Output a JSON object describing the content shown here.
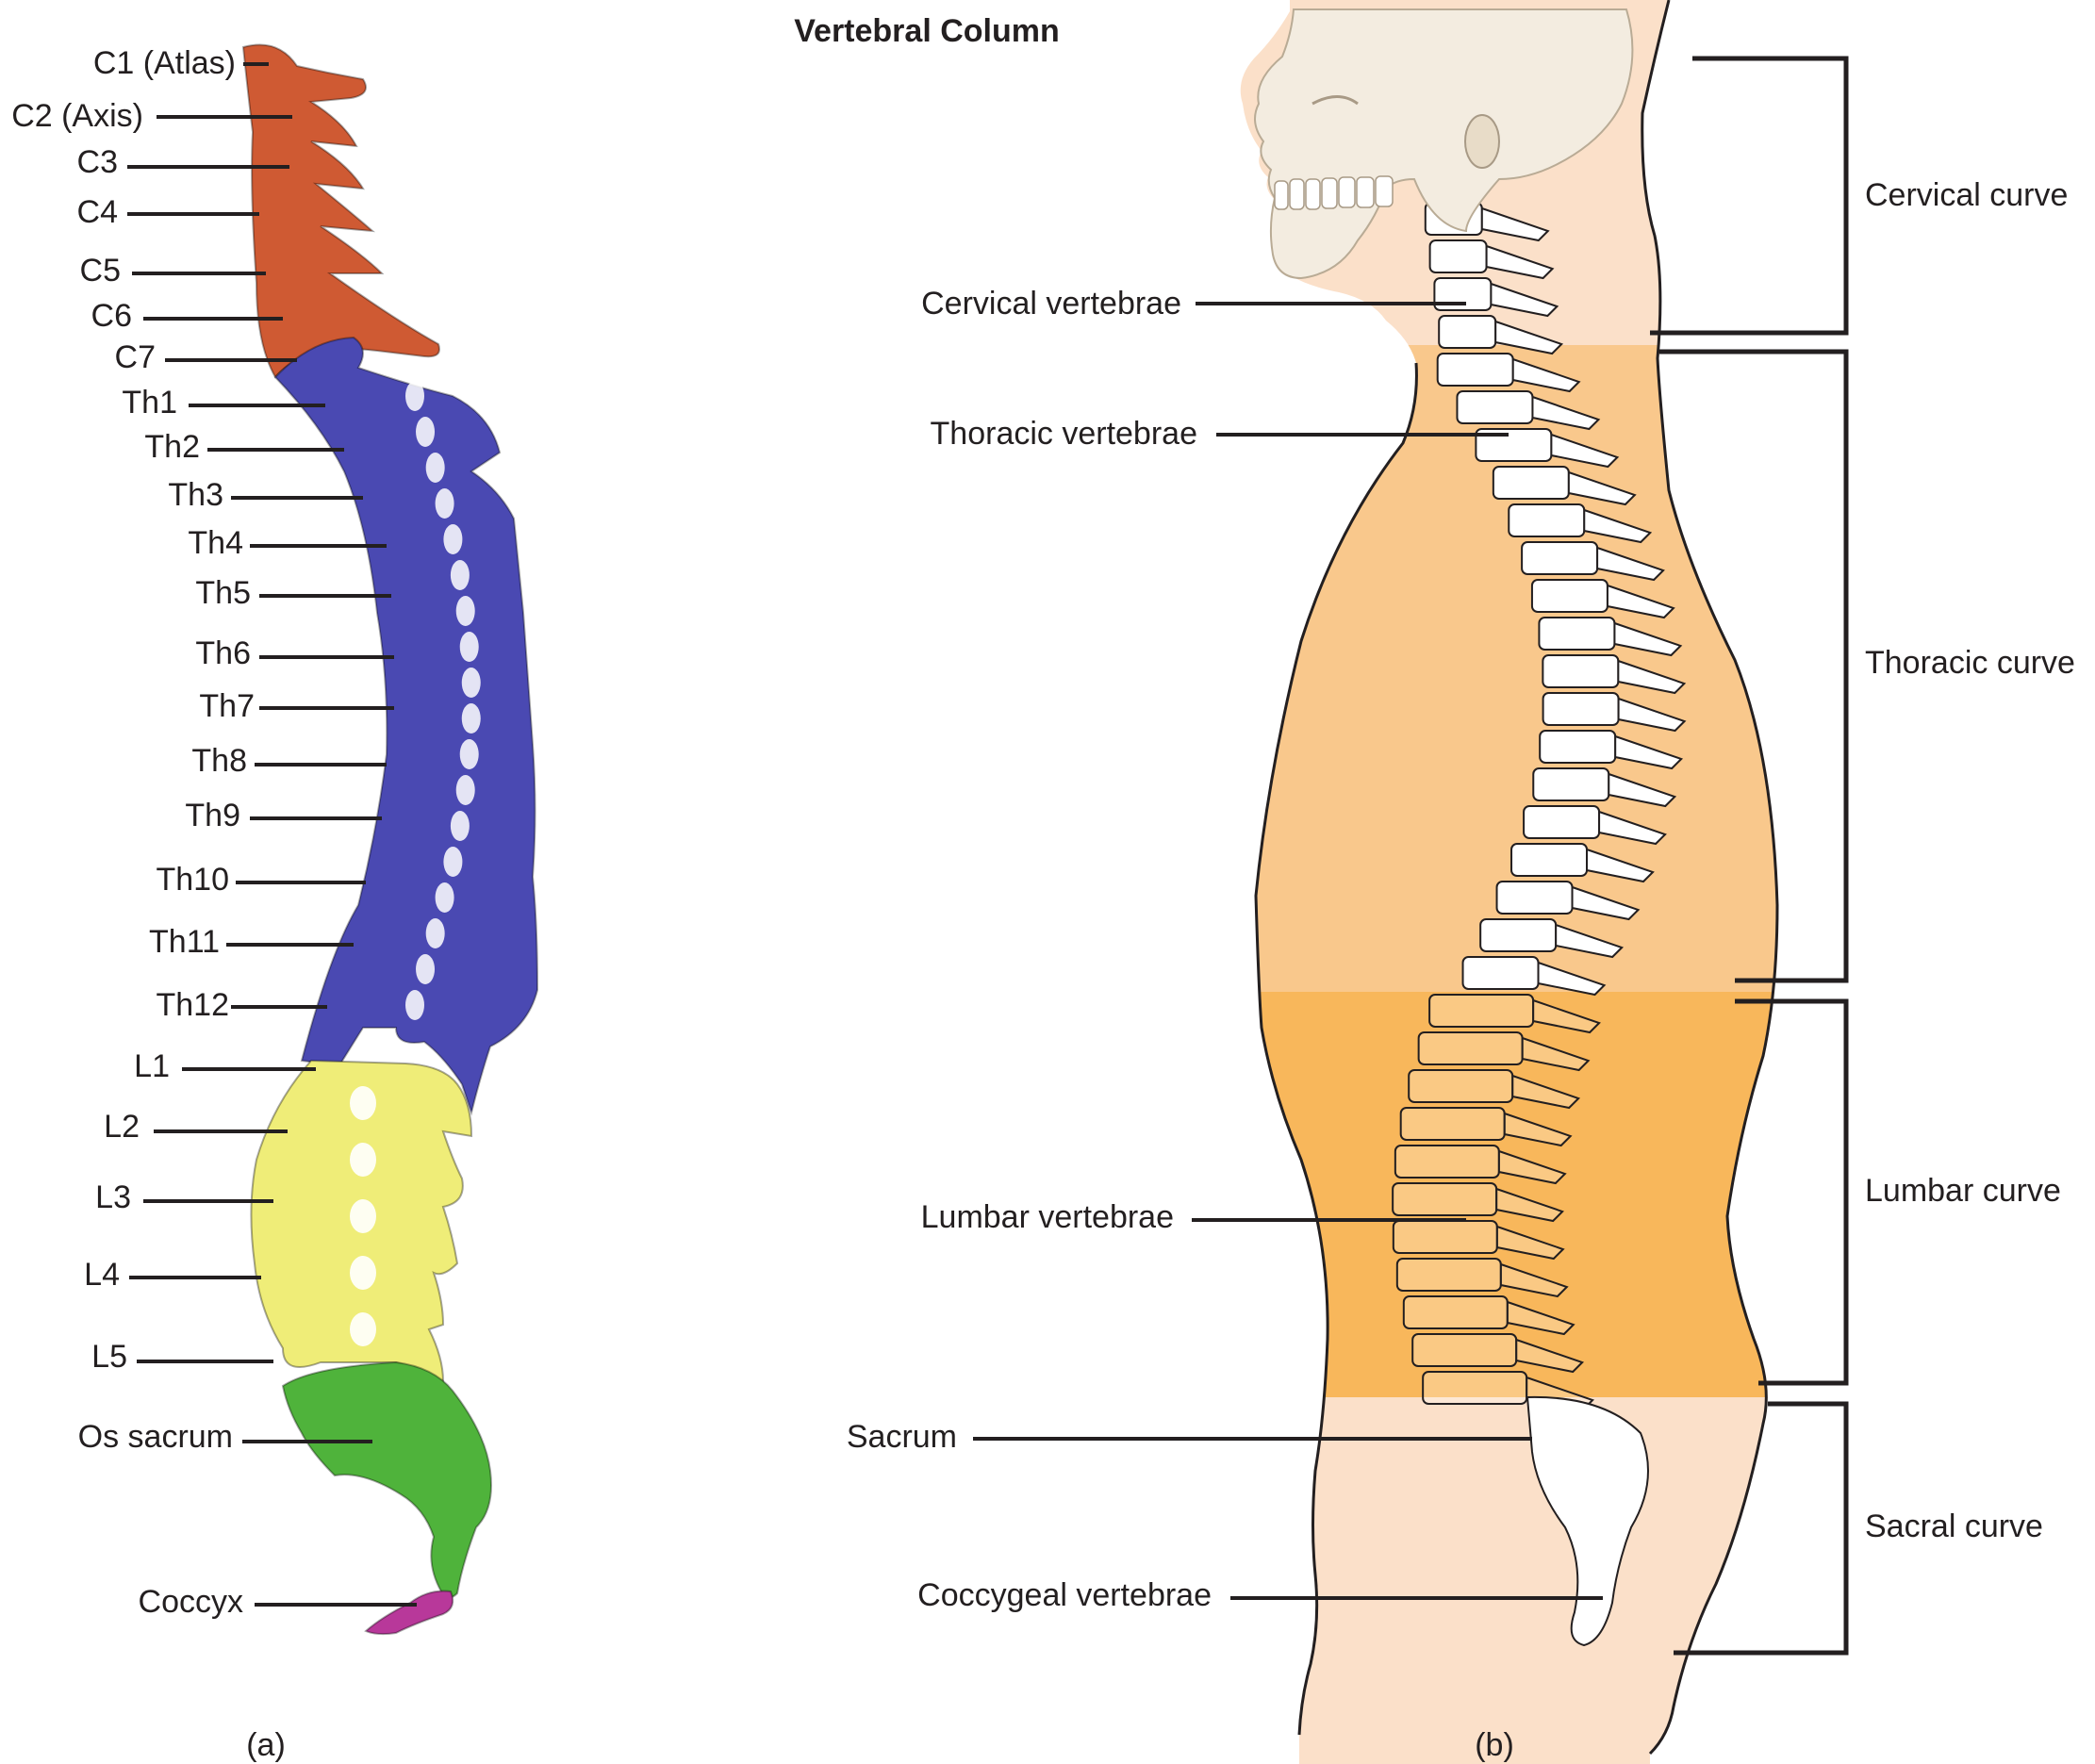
{
  "title": "Vertebral Column",
  "panel_a": {
    "caption": "(a)",
    "colors": {
      "cervical": "#cf5a33",
      "thoracic": "#4a49b2",
      "lumbar": "#efed78",
      "sacrum": "#4fb33b",
      "coccyx": "#b8389a"
    },
    "labels": [
      "C1 (Atlas)",
      "C2 (Axis)",
      "C3",
      "C4",
      "C5",
      "C6",
      "C7",
      "Th1",
      "Th2",
      "Th3",
      "Th4",
      "Th5",
      "Th6",
      "Th7",
      "Th8",
      "Th9",
      "Th10",
      "Th11",
      "Th12",
      "L1",
      "L2",
      "L3",
      "L4",
      "L5",
      "Os sacrum",
      "Coccyx"
    ]
  },
  "panel_b": {
    "caption": "(b)",
    "colors": {
      "skin": "#fbe0c9",
      "thoracic_band": "#f9c88c",
      "lumbar_band": "#f8b75b",
      "bone": "#ffffff",
      "skull": "#f3ece0"
    },
    "vertebra_labels": [
      "Cervical vertebrae",
      "Thoracic vertebrae",
      "Lumbar vertebrae",
      "Sacrum",
      "Coccygeal vertebrae"
    ],
    "curve_labels": [
      "Cervical curve",
      "Thoracic curve",
      "Lumbar curve",
      "Sacral curve"
    ]
  }
}
